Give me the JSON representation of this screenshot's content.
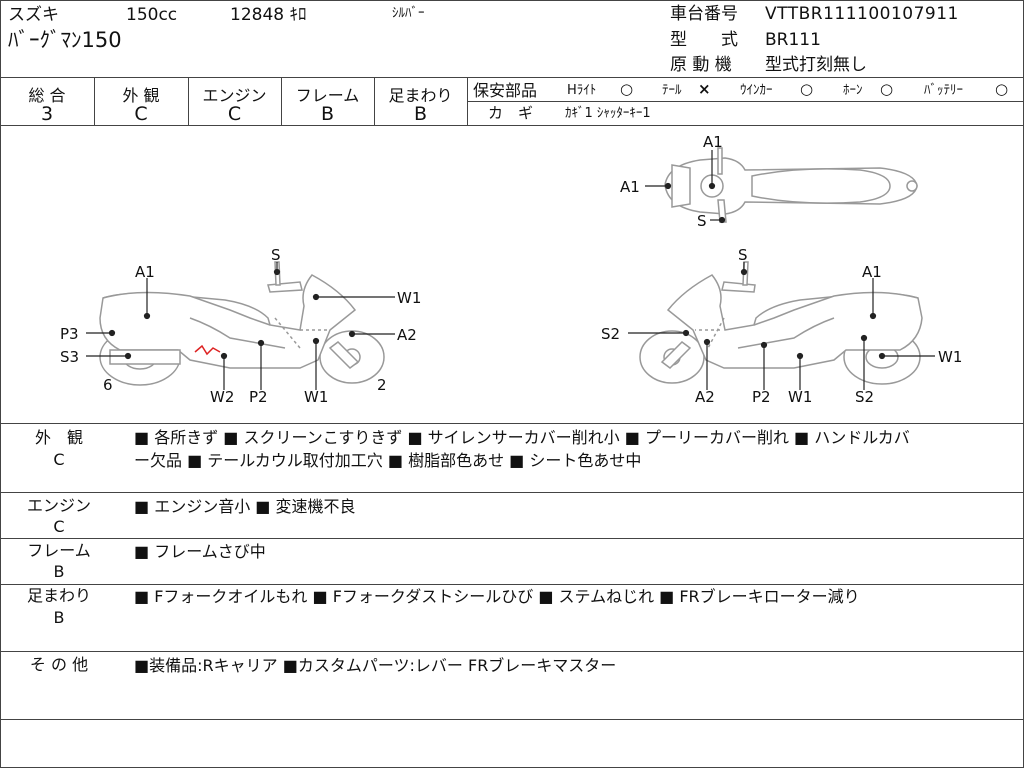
{
  "header": {
    "maker": "スズキ",
    "displacement": "150cc",
    "mileage": "12848 ｷﾛ",
    "color": "ｼﾙﾊﾞｰ",
    "model_name": "ﾊﾞｰｸﾞﾏﾝ150",
    "frame_label": "車台番号",
    "frame_value": "VTTBR111100107911",
    "type_label": "型　　式",
    "type_value": "BR111",
    "engine_label": "原 動 機",
    "engine_value": "型式打刻無し"
  },
  "grades": [
    {
      "label": "総 合",
      "value": "3"
    },
    {
      "label": "外 観",
      "value": "C"
    },
    {
      "label": "エンジン",
      "value": "C"
    },
    {
      "label": "フレーム",
      "value": "B"
    },
    {
      "label": "足まわり",
      "value": "B"
    }
  ],
  "safety": {
    "label": "保安部品",
    "headlight": "Hﾗｲﾄ",
    "headlight_mark": "○",
    "tail": "ﾃｰﾙ",
    "tail_mark": "×",
    "winker": "ｳｲﾝｶｰ",
    "winker_mark": "○",
    "horn": "ﾎｰﾝ",
    "horn_mark": "○",
    "battery": "ﾊﾞｯﾃﾘｰ",
    "battery_mark": "○",
    "key_label": "カ　ギ",
    "key_value": "ｶｷﾞ1 ｼｬｯﾀｰｷｰ1"
  },
  "diagram": {
    "top": {
      "a1_top": "A1",
      "a1_left": "A1",
      "s": "S"
    },
    "left": {
      "s": "S",
      "a1": "A1",
      "p3": "P3",
      "s3": "S3",
      "w1_right": "W1",
      "a2": "A2",
      "w2": "W2",
      "p2": "P2",
      "w1_bottom": "W1",
      "num_front": "6",
      "num_rear": "2"
    },
    "right": {
      "s": "S",
      "a1": "A1",
      "s2_left": "S2",
      "w1_right": "W1",
      "a2": "A2",
      "p2": "P2",
      "w1_bottom": "W1",
      "s2_bottom": "S2"
    }
  },
  "sections": [
    {
      "name": "外　観",
      "grade": "C",
      "text": "■ 各所きず ■ スクリーンこすりきず ■ サイレンサーカバー削れ小 ■ プーリーカバー削れ ■ ハンドルカバ\nー欠品 ■ テールカウル取付加工穴 ■ 樹脂部色あせ ■ シート色あせ中"
    },
    {
      "name": "エンジン",
      "grade": "C",
      "text": "■ エンジン音小 ■ 変速機不良"
    },
    {
      "name": "フレーム",
      "grade": "B",
      "text": "■ フレームさび中"
    },
    {
      "name": "足まわり",
      "grade": "B",
      "text": "■ Fフォークオイルもれ ■ Fフォークダストシールひび ■ ステムねじれ ■ FRブレーキローター減り"
    },
    {
      "name": "そ の 他",
      "grade": "",
      "text": "■装備品:Rキャリア ■カスタムパーツ:レバー FRブレーキマスター"
    }
  ]
}
